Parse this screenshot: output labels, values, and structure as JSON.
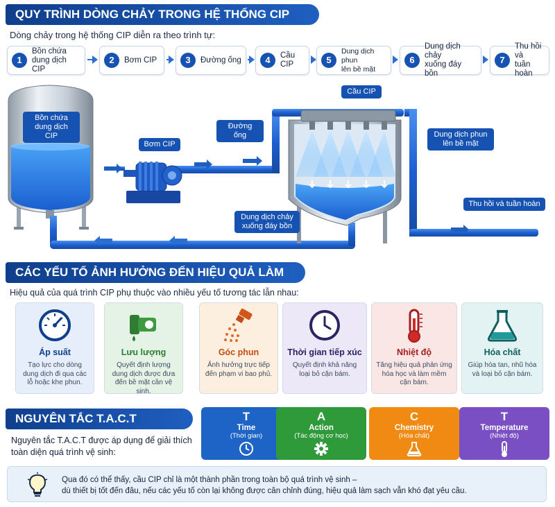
{
  "header": {
    "title": "QUY TRÌNH DÒNG CHẢY TRONG HỆ THỐNG CIP",
    "subtitle": "Dòng chảy trong hệ thống CIP diễn ra theo trình tự:"
  },
  "steps": [
    {
      "num": "1",
      "line1": "Bồn chứa",
      "line2": "dung dịch CIP"
    },
    {
      "num": "2",
      "line1": "Bơm CIP",
      "line2": ""
    },
    {
      "num": "3",
      "line1": "Đường ống",
      "line2": ""
    },
    {
      "num": "4",
      "line1": "Cầu CIP",
      "line2": ""
    },
    {
      "num": "5",
      "line1": "Dung dịch phun",
      "line2": "lên bề mặt"
    },
    {
      "num": "6",
      "line1": "Dung dịch chảy",
      "line2": "xuống đáy bồn"
    },
    {
      "num": "7",
      "line1": "Thu hồi và",
      "line2": "tuần hoàn"
    }
  ],
  "diagram": {
    "tank_label_1": "Bồn chứa",
    "tank_label_2": "dung dịch CIP",
    "pump_label": "Bơm CIP",
    "pipe_label": "Đường ống",
    "bridge_label": "Cầu CIP",
    "spray_label_1": "Dung dịch phun",
    "spray_label_2": "lên bề mặt",
    "flow_label_1": "Dung dịch chảy",
    "flow_label_2": "xuống đáy bồn",
    "return_label": "Thu hồi và tuần hoàn"
  },
  "factors_section": {
    "title": "CÁC YẾU TỐ ẢNH HƯỞNG ĐẾN HIỆU QUẢ LÀM SẠCH",
    "subtitle": "Hiệu quả của quá trình CIP phụ thuộc vào nhiều yếu tố tương tác lẫn nhau:",
    "items": [
      {
        "title": "Áp suất",
        "desc": "Tạo lực cho dòng dung dịch đi qua các lỗ hoặc khe phun.",
        "icon": "gauge-icon",
        "bg": "#e6eefb",
        "color": "#0f3f8c"
      },
      {
        "title": "Lưu lượng",
        "desc": "Quyết định lượng dung dịch được đưa đến bề mặt cần vệ sinh.",
        "icon": "tap-icon",
        "bg": "#e5f3e6",
        "color": "#2e7d32"
      },
      {
        "title": "Góc phun",
        "desc": "Ảnh hưởng trực tiếp đến phạm vi bao phủ.",
        "icon": "spray-nozzle-icon",
        "bg": "#fdefe0",
        "color": "#c24c11"
      },
      {
        "title": "Thời gian tiếp xúc",
        "desc": "Quyết định khả năng loại bỏ cặn bám.",
        "icon": "clock-icon",
        "bg": "#ede8f7",
        "color": "#3a2a7a"
      },
      {
        "title": "Nhiệt độ",
        "desc": "Tăng hiệu quả phản ứng hóa học và làm mềm cặn bám.",
        "icon": "thermometer-icon",
        "bg": "#fbe6e6",
        "color": "#a51d1d"
      },
      {
        "title": "Hóa chất",
        "desc": "Giúp hòa tan, nhũ hóa và loại bỏ cặn bám.",
        "icon": "flask-icon",
        "bg": "#e3f3f3",
        "color": "#0f5f5f"
      }
    ]
  },
  "tact_section": {
    "title": "NGUYÊN TẮC T.A.C.T",
    "text_1": "Nguyên tắc T.A.C.T được áp dụng để giải thích",
    "text_2": "toàn diện quá trình vệ sinh:",
    "items": [
      {
        "letter": "T",
        "word": "Time",
        "sub": "(Thời gian)",
        "icon": "clock-icon",
        "color": "#1e63c6"
      },
      {
        "letter": "A",
        "word": "Action",
        "sub": "(Tác động cơ học)",
        "icon": "gear-icon",
        "color": "#2f9a3a"
      },
      {
        "letter": "C",
        "word": "Chemistry",
        "sub": "(Hóa chất)",
        "icon": "flask-icon",
        "color": "#f08a12"
      },
      {
        "letter": "T",
        "word": "Temperature",
        "sub": "(Nhiệt độ)",
        "icon": "thermometer-icon",
        "color": "#7b4fc4"
      }
    ]
  },
  "note": {
    "icon": "lightbulb-icon",
    "line1": "Qua đó có thể thấy, cầu CIP chỉ là một thành phần trong toàn bộ quá trình vệ sinh –",
    "line2": "dù thiết bị tốt đến đâu, nếu các yếu tố còn lại không được cân chỉnh đúng, hiệu quả làm sạch vẫn khó đạt yêu cầu."
  }
}
